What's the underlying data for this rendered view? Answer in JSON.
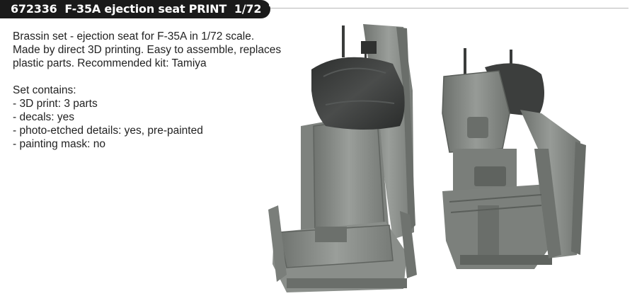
{
  "header": {
    "title": "672336  F-35A ejection seat PRINT  1/72  Tamiya"
  },
  "description": {
    "lines": [
      "Brassin set - ejection seat for F-35A in 1/72 scale.",
      "Made by direct 3D printing. Easy to assemble, replaces",
      "plastic parts. Recommended kit: Tamiya"
    ]
  },
  "contents": {
    "heading": "Set contains:",
    "items": [
      "- 3D print: 3 parts",
      "- decals: yes",
      "- photo-etched details: yes, pre-painted",
      "- painting mask: no"
    ]
  },
  "colors": {
    "title_bg": "#1a1a1a",
    "seat_grey": "#8a8e8a",
    "cushion_dark": "#3c3e3d"
  }
}
